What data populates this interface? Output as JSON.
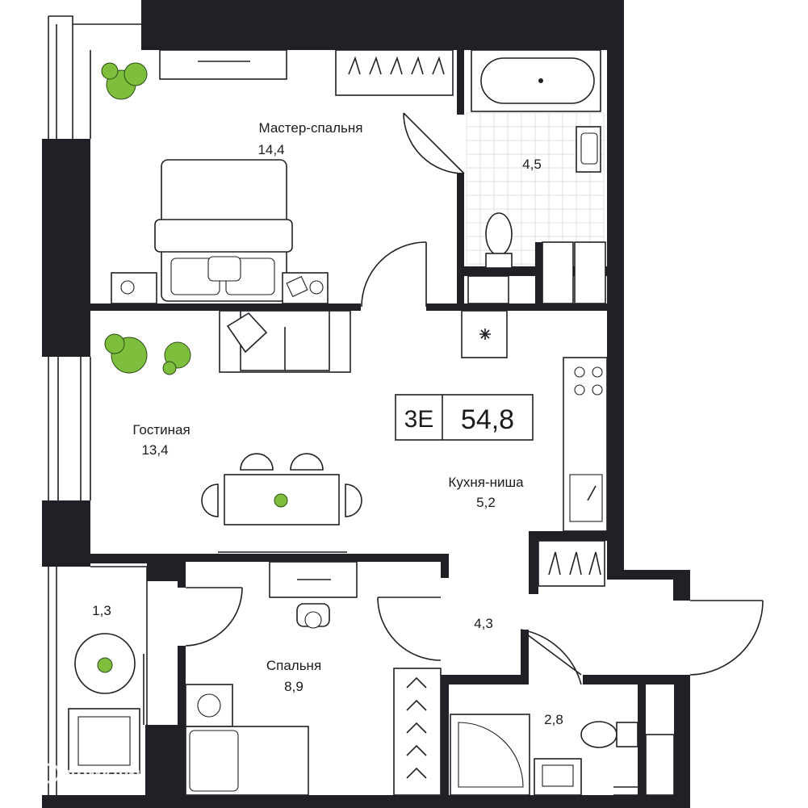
{
  "plan": {
    "unit_type": "3Е",
    "total_area": "54,8",
    "rooms": [
      {
        "id": "master-bedroom",
        "name": "Мастер-спальня",
        "area": "14,4"
      },
      {
        "id": "bathroom-1",
        "name": "",
        "area": "4,5"
      },
      {
        "id": "living-room",
        "name": "Гостиная",
        "area": "13,4"
      },
      {
        "id": "kitchen-niche",
        "name": "Кухня-ниша",
        "area": "5,2"
      },
      {
        "id": "balcony",
        "name": "",
        "area": "1,3"
      },
      {
        "id": "hallway",
        "name": "",
        "area": "4,3"
      },
      {
        "id": "bedroom",
        "name": "Спальня",
        "area": "8,9"
      },
      {
        "id": "bathroom-2",
        "name": "",
        "area": "2,8"
      }
    ],
    "colors": {
      "wall": "#202026",
      "plant": "#7dbf3c",
      "tile": "#dfe1e6",
      "background": "#ffffff"
    },
    "watermark": "домклик"
  }
}
